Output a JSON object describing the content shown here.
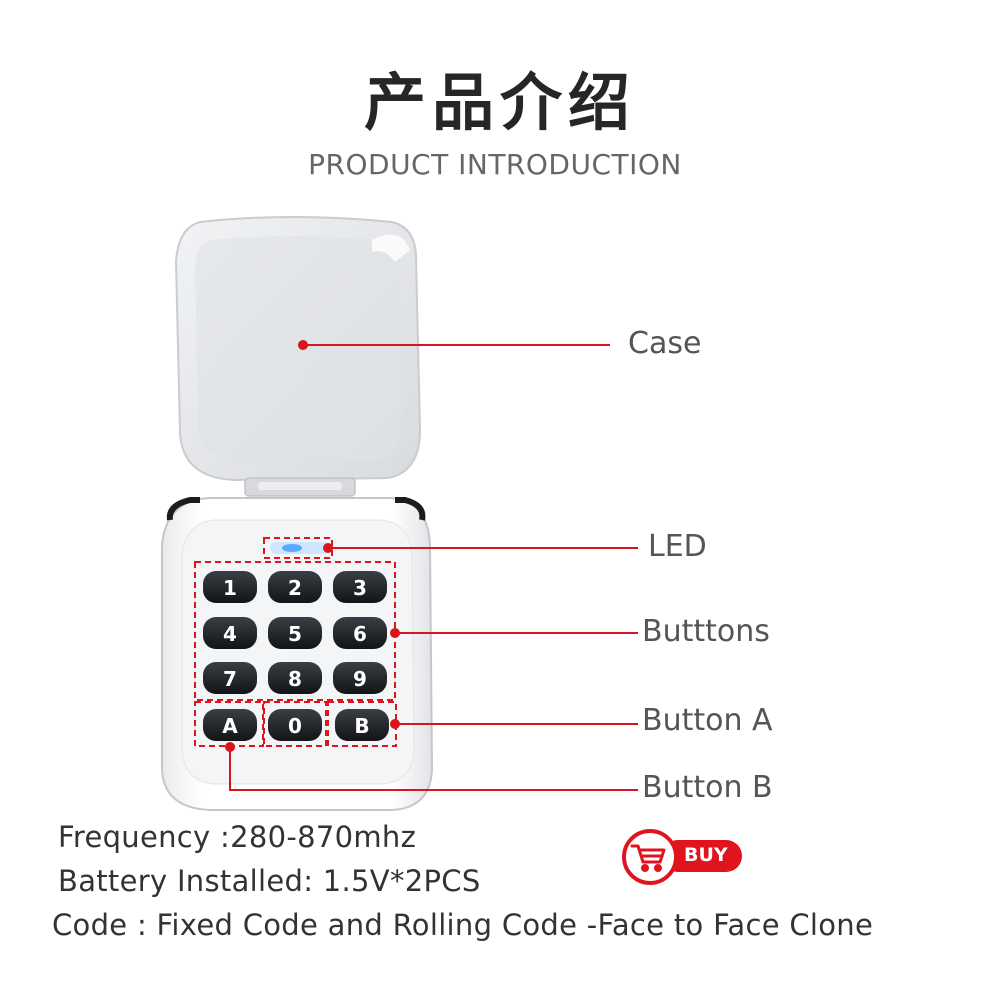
{
  "header": {
    "title_cn": "产品介绍",
    "title_en": "PRODUCT INTRODUCTION"
  },
  "callouts": {
    "case": "Case",
    "led": "LED",
    "buttons": "Butttons",
    "button_a": "Button A",
    "button_b": "Button B"
  },
  "keypad": {
    "keys": [
      "1",
      "2",
      "3",
      "4",
      "5",
      "6",
      "7",
      "8",
      "9",
      "A",
      "0",
      "B"
    ]
  },
  "specs": {
    "frequency": "Frequency :280-870mhz",
    "battery": "Battery Installed: 1.5V*2PCS",
    "code": "Code : Fixed Code and Rolling Code -Face to Face Clone"
  },
  "buy_badge": {
    "label": "BUY",
    "icon": "shopping-cart-icon"
  },
  "colors": {
    "accent_red": "#e0141e",
    "callout_line": "#d9141c",
    "key_dark": "#1e2226",
    "led_blue": "#5aa8ff"
  }
}
